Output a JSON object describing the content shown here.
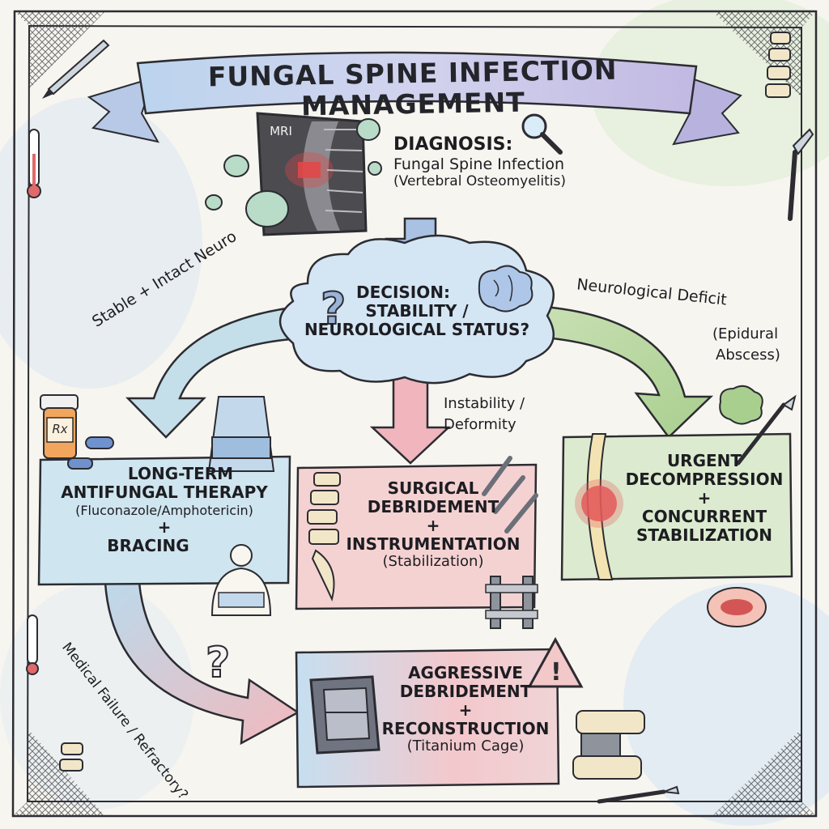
{
  "title": "FUNGAL SPINE INFECTION MANAGEMENT",
  "nodes": {
    "diagnosis": {
      "heading": "DIAGNOSIS:",
      "line1": "Fungal Spine Infection",
      "line2": "(Vertebral Osteomyelitis)",
      "image_label": "MRI"
    },
    "decision": {
      "line1": "DECISION:",
      "line2": "STABILITY /",
      "line3": "NEUROLOGICAL STATUS?"
    },
    "antifungal": {
      "line1": "LONG-TERM",
      "line2": "ANTIFUNGAL THERAPY",
      "line3": "(Fluconazole/Amphotericin)",
      "plus": "+",
      "line4": "BRACING",
      "bottle_label": "Rx"
    },
    "surgical": {
      "line1": "SURGICAL",
      "line2": "DEBRIDEMENT",
      "plus": "+",
      "line3": "INSTRUMENTATION",
      "line4": "(Stabilization)"
    },
    "urgent": {
      "line1": "URGENT",
      "line2": "DECOMPRESSION",
      "plus": "+",
      "line3": "CONCURRENT",
      "line4": "STABILIZATION"
    },
    "aggressive": {
      "line1": "AGGRESSIVE",
      "line2": "DEBRIDEMENT",
      "plus": "+",
      "line3": "RECONSTRUCTION",
      "line4": "(Titanium Cage)"
    }
  },
  "edges": {
    "stable": "Stable + Intact Neuro",
    "instability_1": "Instability /",
    "instability_2": "Deformity",
    "neuro_1": "Neurological Deficit",
    "neuro_2": "(Epidural",
    "neuro_3": "Abscess)",
    "failure": "Medical Failure / Refractory?"
  },
  "colors": {
    "ink": "#1d1d22",
    "blue_wash": "#cfe4f0",
    "red_wash": "#f6d3d3",
    "green_wash": "#dcebcf",
    "banner": "#c5cfe8",
    "cloud": "#d6e6f4"
  }
}
